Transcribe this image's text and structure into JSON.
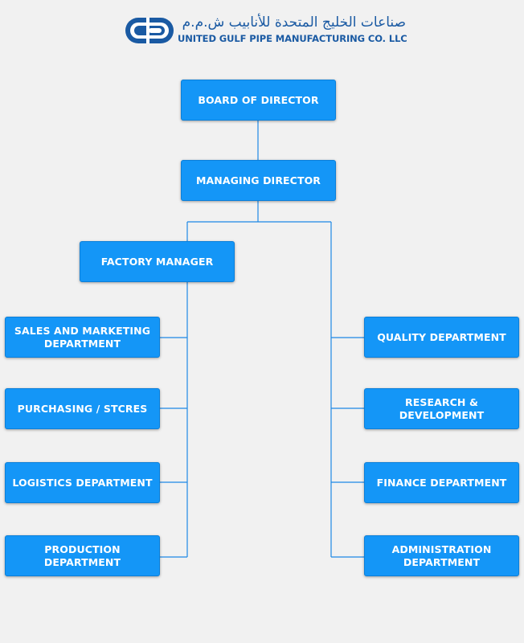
{
  "header": {
    "arabic_name": "صناعات الخليج المتحدة للأنابيب ش.م.م",
    "english_name": "UNITED GULF PIPE MANUFACTURING CO. LLC",
    "logo_icon": "ugpm-logo-icon",
    "colors": {
      "brand": "#1a5aa3"
    }
  },
  "chart": {
    "colors": {
      "box": "#1496f7",
      "line": "#1e88e5",
      "background": "#f1f1f1"
    },
    "board": "BOARD OF DIRECTOR",
    "managing_director": "MANAGING DIRECTOR",
    "factory_manager": "FACTORY MANAGER",
    "left_departments": [
      "SALES AND MARKETING DEPARTMENT",
      "PURCHASING / STCRES",
      "LOGISTICS DEPARTMENT",
      "PRODUCTION DEPARTMENT"
    ],
    "right_departments": [
      "QUALITY DEPARTMENT",
      "RESEARCH & DEVELOPMENT",
      "FINANCE DEPARTMENT",
      "ADMINISTRATION DEPARTMENT"
    ]
  }
}
